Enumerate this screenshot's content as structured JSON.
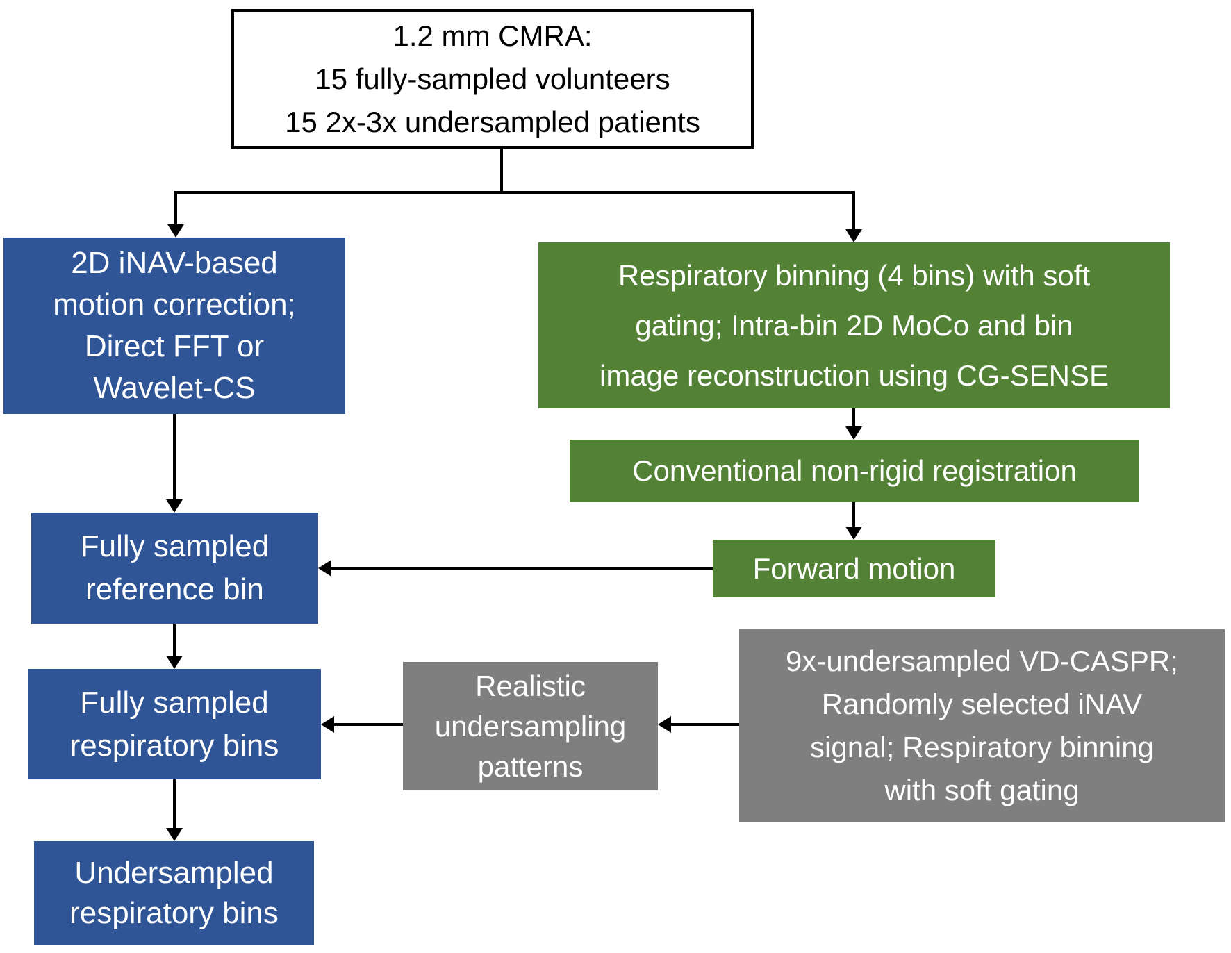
{
  "colors": {
    "blue": "#2F5597",
    "green": "#538135",
    "gray": "#7F7F7F",
    "arrow": "#000000",
    "box_border": "#000000",
    "background": "#FFFFFF",
    "text_on_color": "#FFFFFF",
    "text_on_white": "#000000"
  },
  "nodes": {
    "cohort": {
      "label": "1.2 mm CMRA:\n15 fully-sampled volunteers\n15 2x-3x undersampled patients"
    },
    "moco": {
      "label": "2D iNAV-based\nmotion correction;\nDirect FFT or\nWavelet-CS"
    },
    "binning": {
      "label": "Respiratory binning (4 bins) with soft\ngating; Intra-bin 2D MoCo and bin\nimage reconstruction using CG-SENSE"
    },
    "registration": {
      "label": "Conventional non-rigid registration"
    },
    "forward_motion": {
      "label": "Forward motion"
    },
    "reference_bin": {
      "label": "Fully sampled\nreference bin"
    },
    "full_respiratory_bins": {
      "label": "Fully sampled\nrespiratory bins"
    },
    "undersampling_patterns": {
      "label": "Realistic\nundersampling\npatterns"
    },
    "vdcaspr": {
      "label": "9x-undersampled VD-CASPR;\nRandomly selected iNAV\nsignal; Respiratory binning\nwith soft gating"
    },
    "undersampled_bins": {
      "label": "Undersampled\nrespiratory bins"
    }
  }
}
